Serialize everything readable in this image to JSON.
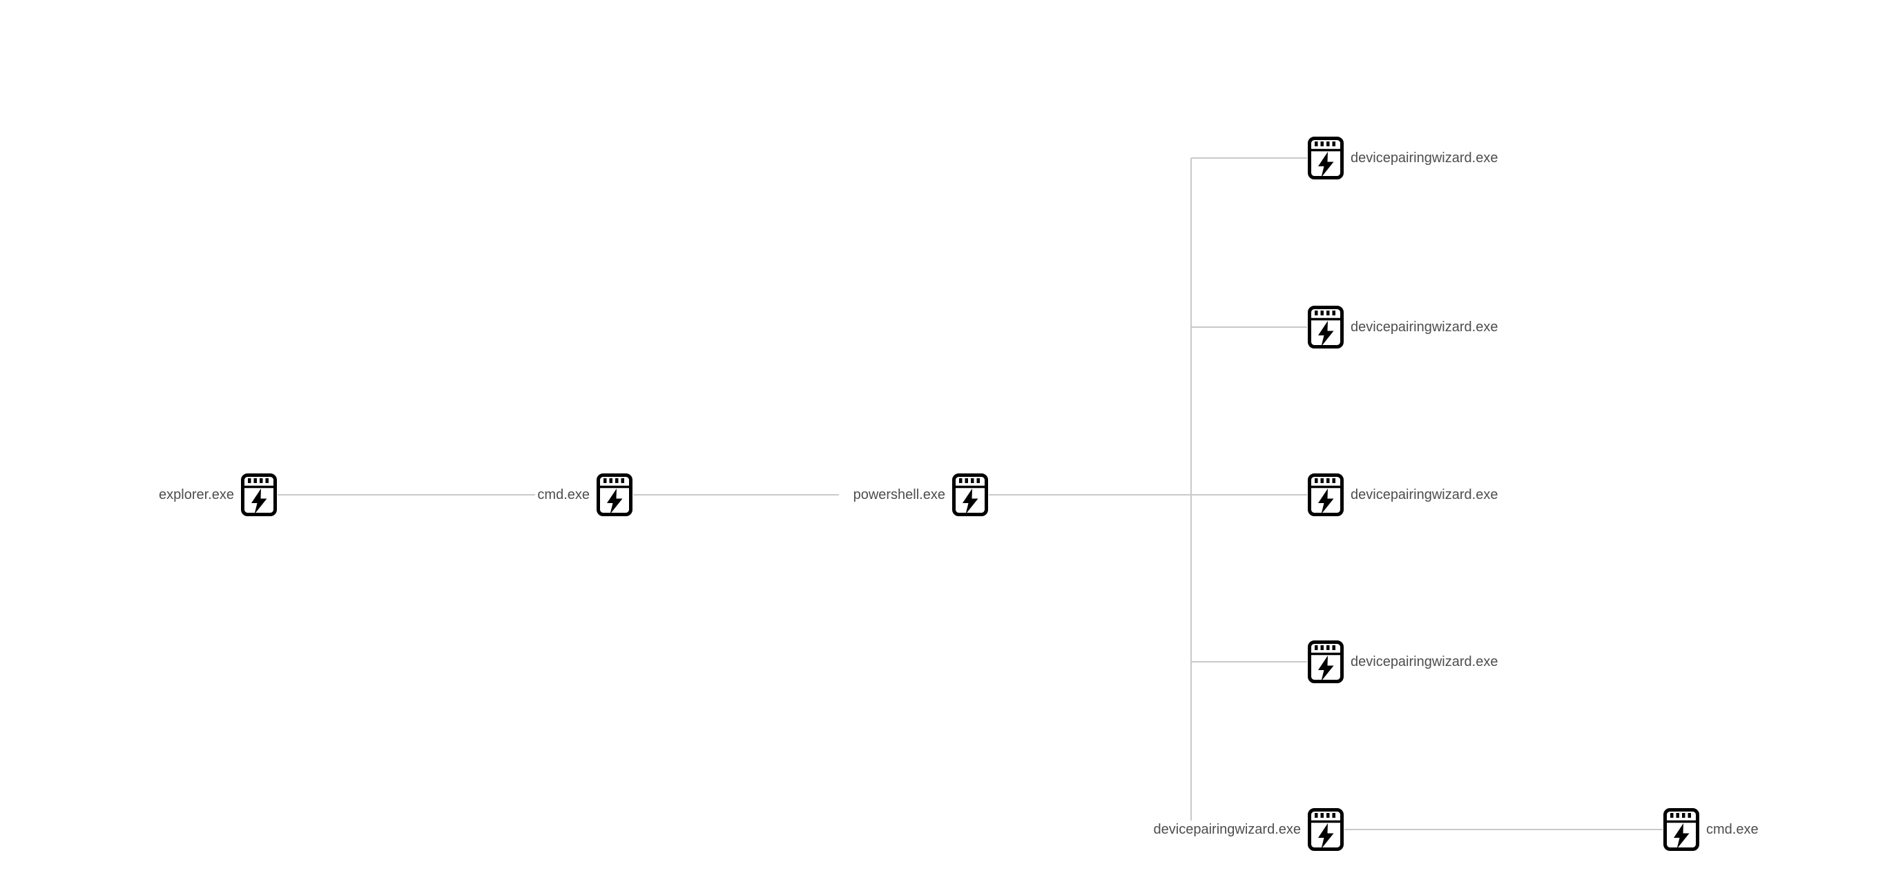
{
  "app": {
    "background_color": "#ffffff",
    "text_color": "#4d4d4d",
    "edge_color": "#c9c9c9"
  },
  "diagram": {
    "type": "process-tree",
    "nodes": [
      {
        "id": "explorer",
        "label": "explorer.exe",
        "label_side": "left"
      },
      {
        "id": "cmd-1",
        "label": "cmd.exe",
        "label_side": "left"
      },
      {
        "id": "powershell",
        "label": "powershell.exe",
        "label_side": "left"
      },
      {
        "id": "dpw-1",
        "label": "devicepairingwizard.exe",
        "label_side": "right"
      },
      {
        "id": "dpw-2",
        "label": "devicepairingwizard.exe",
        "label_side": "right"
      },
      {
        "id": "dpw-3",
        "label": "devicepairingwizard.exe",
        "label_side": "right"
      },
      {
        "id": "dpw-4",
        "label": "devicepairingwizard.exe",
        "label_side": "right"
      },
      {
        "id": "dpw-5",
        "label": "devicepairingwizard.exe",
        "label_side": "left"
      },
      {
        "id": "cmd-2",
        "label": "cmd.exe",
        "label_side": "right"
      }
    ],
    "edges": [
      {
        "from": "explorer",
        "to": "cmd-1"
      },
      {
        "from": "cmd-1",
        "to": "powershell"
      },
      {
        "from": "powershell",
        "to": "dpw-1"
      },
      {
        "from": "powershell",
        "to": "dpw-2"
      },
      {
        "from": "powershell",
        "to": "dpw-3"
      },
      {
        "from": "powershell",
        "to": "dpw-4"
      },
      {
        "from": "powershell",
        "to": "dpw-5"
      },
      {
        "from": "dpw-5",
        "to": "cmd-2"
      }
    ]
  }
}
